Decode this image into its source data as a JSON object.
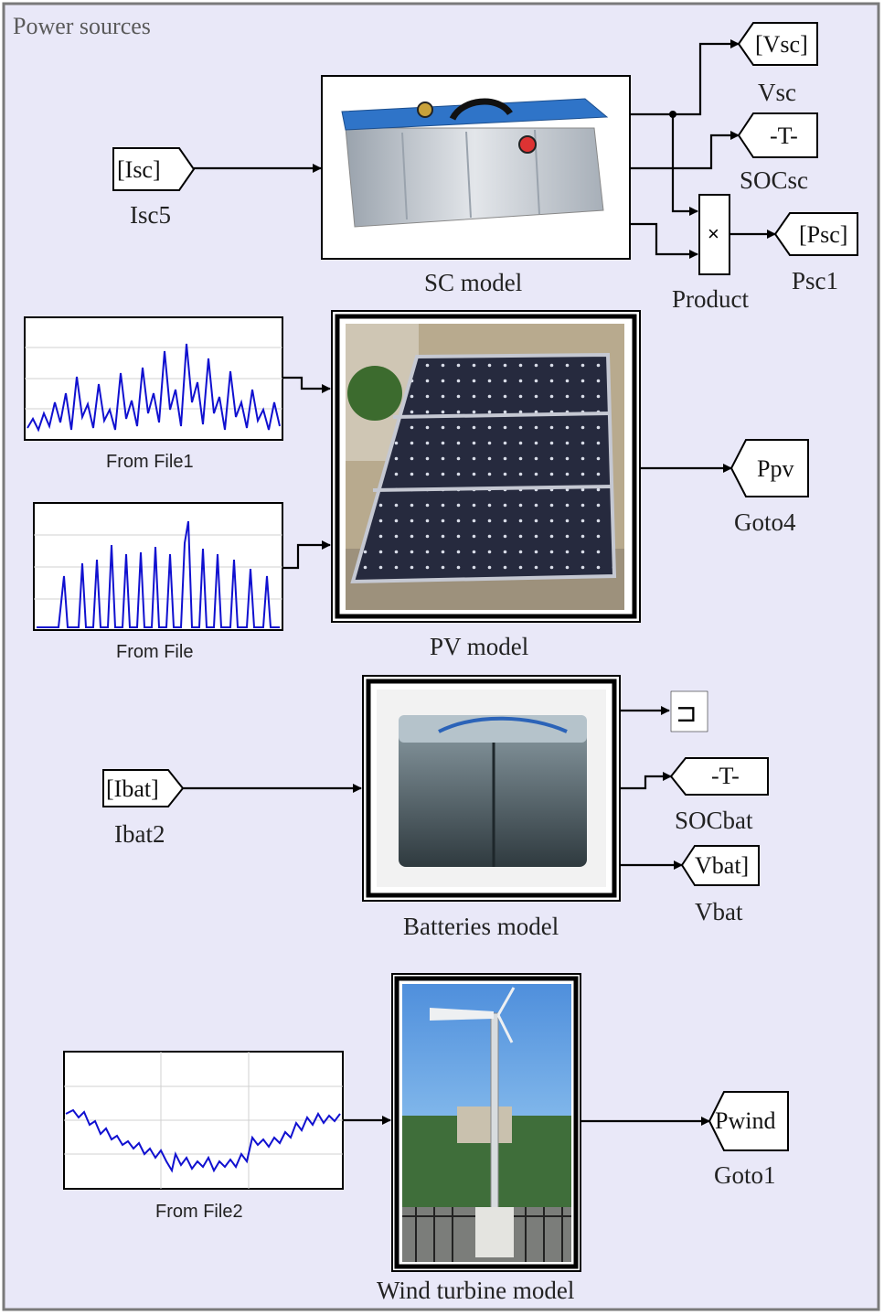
{
  "subsystem": {
    "title": "Power sources",
    "background": "#e9e8f8"
  },
  "blocks": {
    "sc_model": {
      "label": "SC model"
    },
    "pv_model": {
      "label": "PV model"
    },
    "batteries_model": {
      "label": "Batteries model"
    },
    "wind_model": {
      "label": "Wind turbine model"
    },
    "product": {
      "label": "Product",
      "symbol": "×"
    }
  },
  "from_tags": {
    "isc": {
      "text": "[Isc]",
      "label": "Isc5"
    },
    "ibat": {
      "text": "[Ibat]",
      "label": "Ibat2"
    }
  },
  "goto_tags": {
    "vsc": {
      "text": "[Vsc]",
      "label": "Vsc"
    },
    "socsc": {
      "text": "-T-",
      "label": "SOCsc"
    },
    "psc": {
      "text": "[Psc]",
      "label": "Psc1"
    },
    "ppv": {
      "text": "Ppv",
      "label": "Goto4"
    },
    "socbat": {
      "text": "-T-",
      "label": "SOCbat"
    },
    "vbat": {
      "text": "Vbat]",
      "label": "Vbat"
    },
    "pwind": {
      "text": "Pwind",
      "label": "Goto1"
    }
  },
  "terminator": {
    "symbol": "⊐"
  },
  "scopes": {
    "from_file1": {
      "label": "From File1"
    },
    "from_file": {
      "label": "From File"
    },
    "from_file2": {
      "label": "From File2"
    }
  },
  "colors": {
    "signal": "#1010d0",
    "frame": "#7a7a7a"
  }
}
